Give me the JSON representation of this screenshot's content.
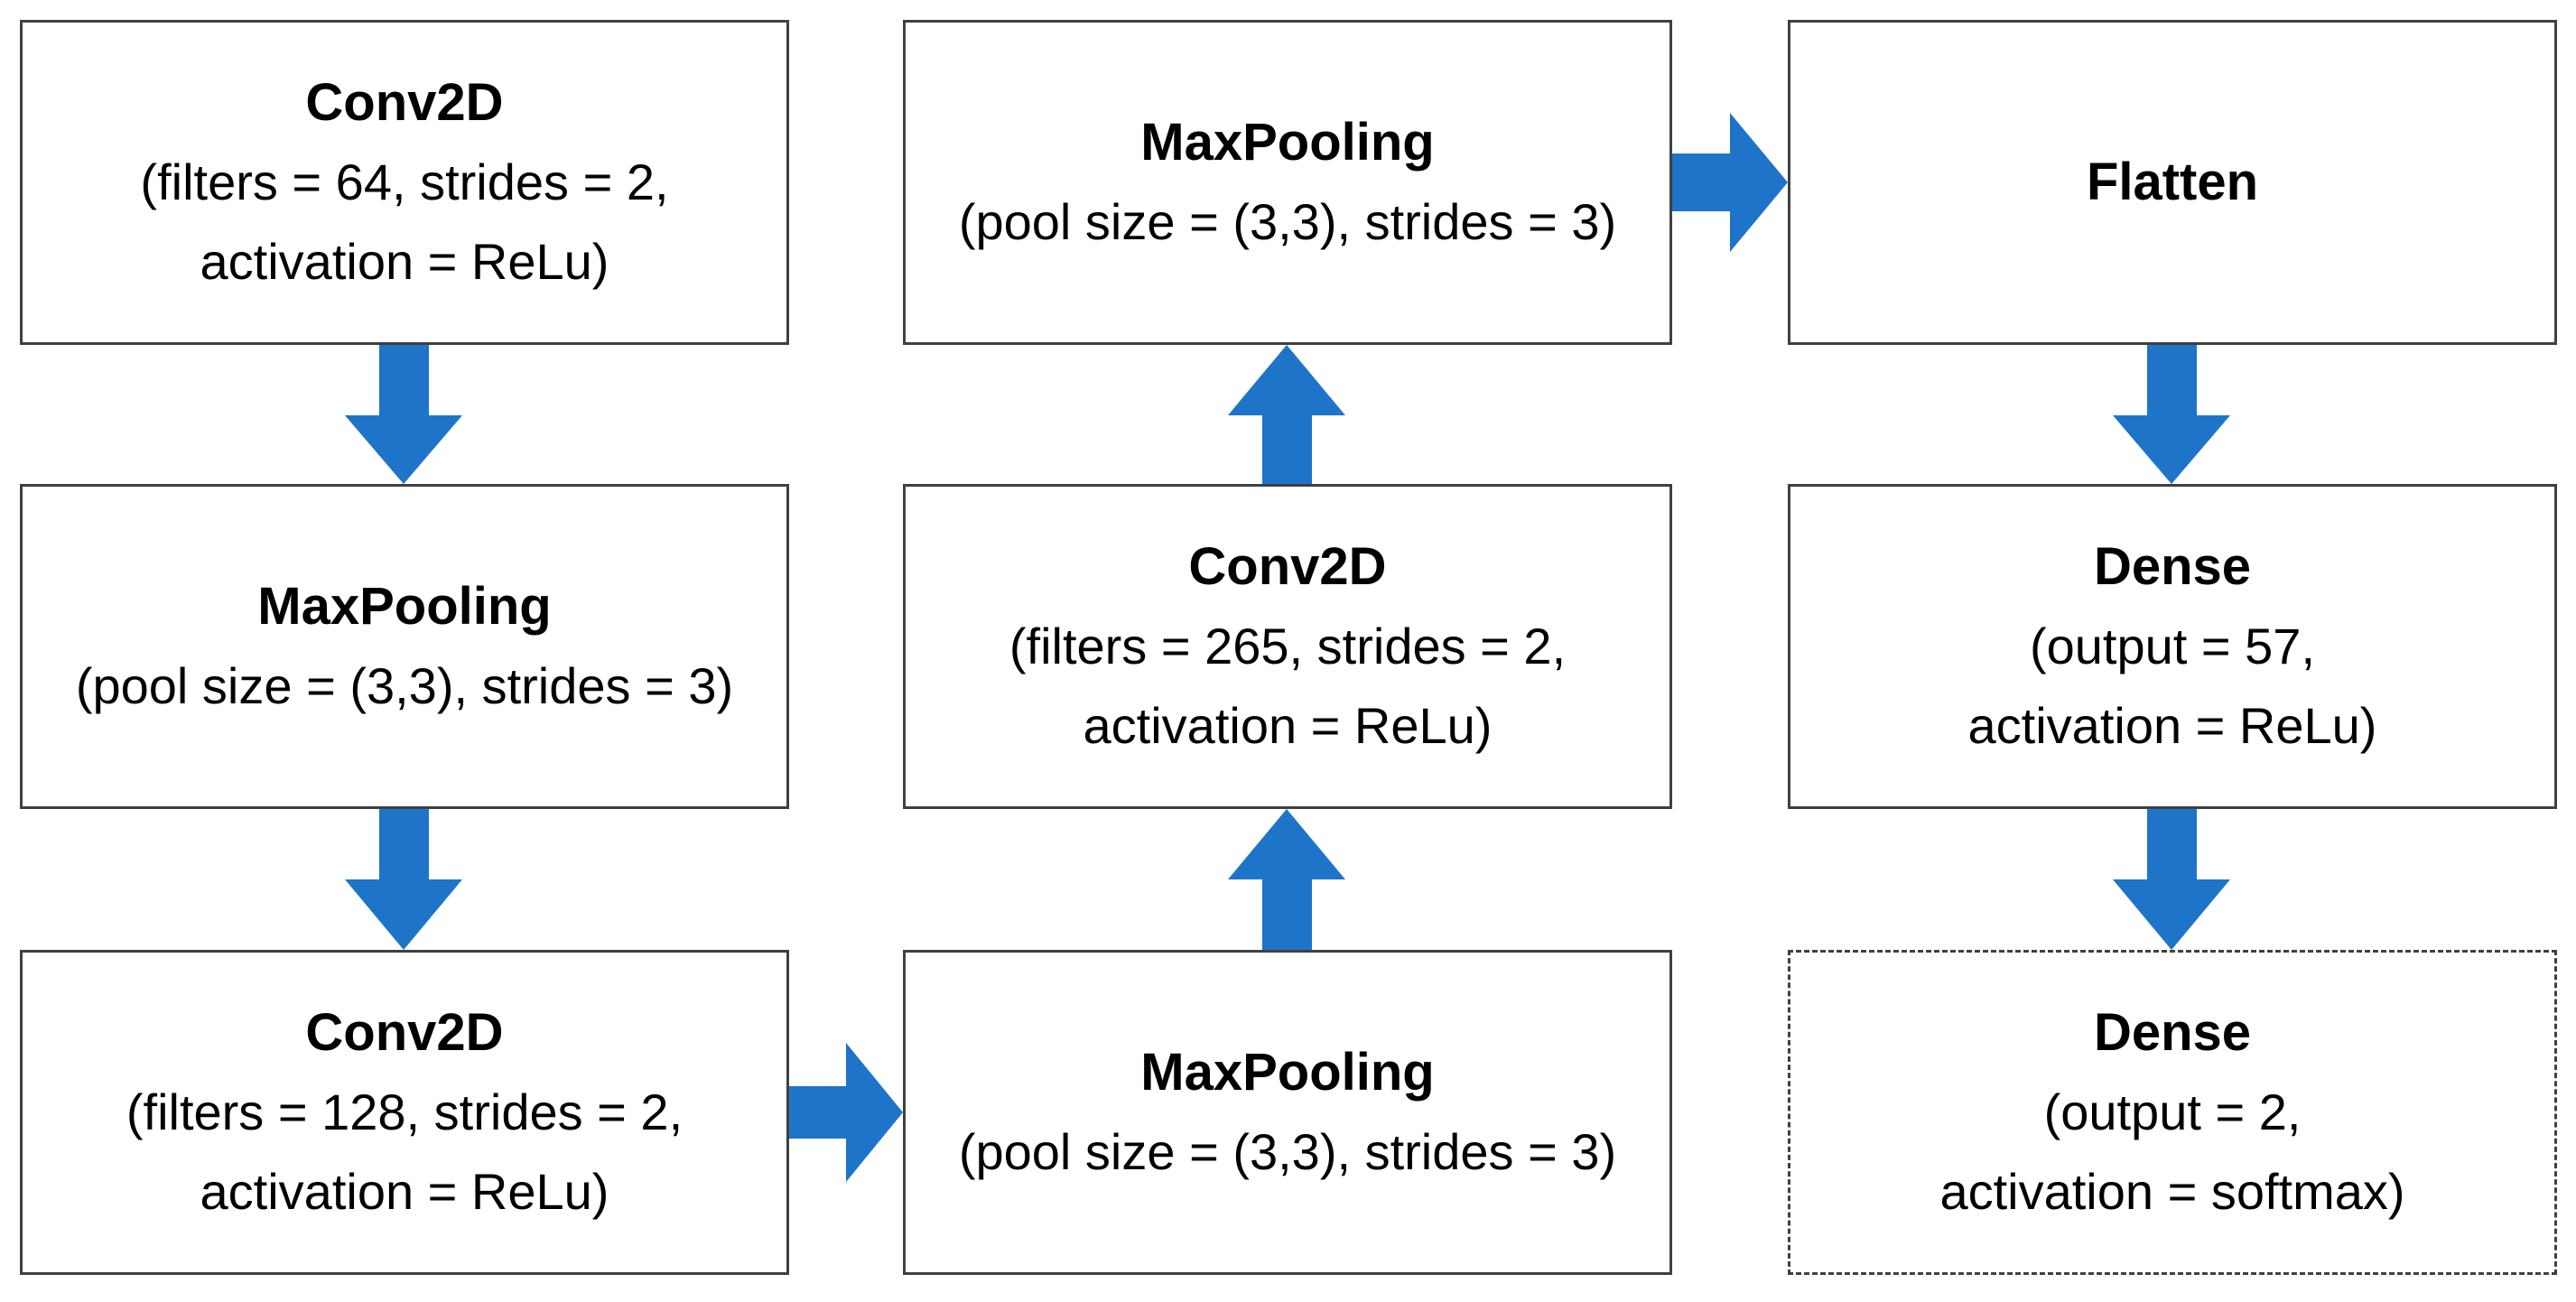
{
  "colors": {
    "arrow": "#1E74C8",
    "box_border": "#404040",
    "background": "#ffffff"
  },
  "boxes": {
    "conv1": {
      "title": "Conv2D",
      "line1": "(filters = 64, strides = 2,",
      "line2": "activation = ReLu)"
    },
    "pool1": {
      "title": "MaxPooling",
      "line1": "(pool size = (3,3), strides = 3)"
    },
    "conv2": {
      "title": "Conv2D",
      "line1": "(filters = 128, strides = 2,",
      "line2": "activation = ReLu)"
    },
    "pool2": {
      "title": "MaxPooling",
      "line1": "(pool size = (3,3), strides = 3)"
    },
    "conv3": {
      "title": "Conv2D",
      "line1": "(filters = 265, strides = 2,",
      "line2": "activation = ReLu)"
    },
    "pool3": {
      "title": "MaxPooling",
      "line1": "(pool size = (3,3), strides = 3)"
    },
    "flatten": {
      "title": "Flatten"
    },
    "dense1": {
      "title": "Dense",
      "line1": "(output = 57,",
      "line2": "activation = ReLu)"
    },
    "dense2": {
      "title": "Dense",
      "line1": "(output = 2,",
      "line2": "activation = softmax)"
    }
  },
  "arrows": [
    {
      "from": "conv1",
      "to": "pool1",
      "direction": "down"
    },
    {
      "from": "pool1",
      "to": "conv2",
      "direction": "down"
    },
    {
      "from": "conv2",
      "to": "pool2",
      "direction": "right"
    },
    {
      "from": "pool2",
      "to": "conv3",
      "direction": "up"
    },
    {
      "from": "conv3",
      "to": "pool3",
      "direction": "up"
    },
    {
      "from": "pool3",
      "to": "flatten",
      "direction": "right"
    },
    {
      "from": "flatten",
      "to": "dense1",
      "direction": "down"
    },
    {
      "from": "dense1",
      "to": "dense2",
      "direction": "down"
    }
  ]
}
